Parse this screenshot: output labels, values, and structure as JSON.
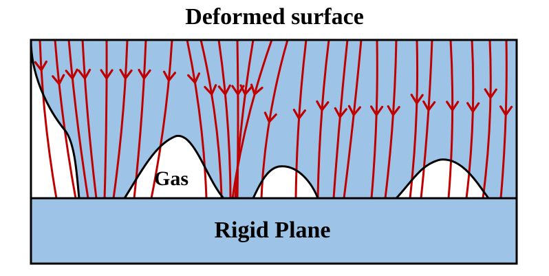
{
  "title": "Deformed surface",
  "labels": {
    "gas": "Gas",
    "rigid_plane": "Rigid Plane"
  },
  "colors": {
    "fluid": "#9dc3e6",
    "plane": "#9dc3e6",
    "gas": "#ffffff",
    "field_lines": "#c00000",
    "outline": "#000000"
  },
  "icons": {
    "field_line_arrow": "chevron-down-icon"
  }
}
